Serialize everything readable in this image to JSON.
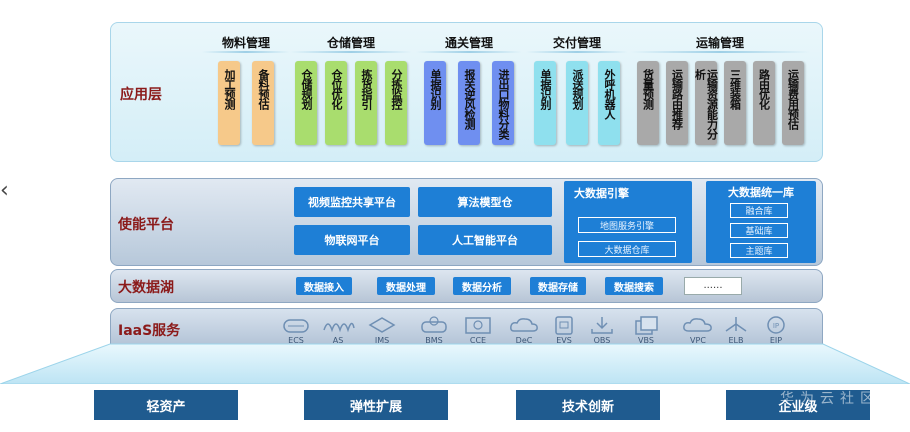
{
  "layers": {
    "application": "应用层",
    "enablement": "使能平台",
    "data_lake": "大数据湖",
    "iaas": "IaaS服务"
  },
  "app_groups": [
    {
      "title": "物料管理",
      "items": [
        "加工预测",
        "备料预估"
      ],
      "color": "#f6c98a"
    },
    {
      "title": "仓储管理",
      "items": [
        "仓储规划",
        "仓位优化",
        "拣货指引",
        "分拣监控"
      ],
      "color": "#a9dd6e"
    },
    {
      "title": "通关管理",
      "items": [
        "单据识别",
        "报关逆风检测",
        "进出口物料分类"
      ],
      "color": "#6f8ff0"
    },
    {
      "title": "交付管理",
      "items": [
        "单据识别",
        "派送规划",
        "外呼机器人"
      ],
      "color": "#8fe0ee"
    },
    {
      "title": "运输管理",
      "items": [
        "货量预测",
        "运输路由推荐",
        "运输资源能力分析",
        "三维装箱",
        "路由优化",
        "运输费用预估"
      ],
      "color": "#a9a9a9"
    }
  ],
  "enablement": {
    "video_platform": "视频监控共享平台",
    "algo_warehouse": "算法模型仓",
    "iot_platform": "物联网平台",
    "ai_platform": "人工智能平台",
    "bigdata_engine": {
      "title": "大数据引擎",
      "items": [
        "地图服务引擎",
        "大数据仓库"
      ]
    },
    "bigdata_unified": {
      "title": "大数据统一库",
      "items": [
        "融合库",
        "基础库",
        "主题库"
      ]
    }
  },
  "data_lake": [
    "数据接入",
    "数据处理",
    "数据分析",
    "数据存储",
    "数据搜索",
    "......"
  ],
  "iaas_services": [
    {
      "label": "ECS",
      "icon": "ecs-icon"
    },
    {
      "label": "AS",
      "icon": "as-icon"
    },
    {
      "label": "IMS",
      "icon": "ims-icon"
    },
    {
      "label": "BMS",
      "icon": "bms-icon"
    },
    {
      "label": "CCE",
      "icon": "cce-icon"
    },
    {
      "label": "DeC",
      "icon": "dec-icon"
    },
    {
      "label": "EVS",
      "icon": "evs-icon"
    },
    {
      "label": "OBS",
      "icon": "obs-icon"
    },
    {
      "label": "VBS",
      "icon": "vbs-icon"
    },
    {
      "label": "VPC",
      "icon": "vpc-icon"
    },
    {
      "label": "ELB",
      "icon": "elb-icon"
    },
    {
      "label": "EIP",
      "icon": "eip-icon"
    }
  ],
  "bottom": [
    "轻资产",
    "弹性扩展",
    "技术创新",
    "企业级"
  ],
  "watermark": "华为云社区"
}
